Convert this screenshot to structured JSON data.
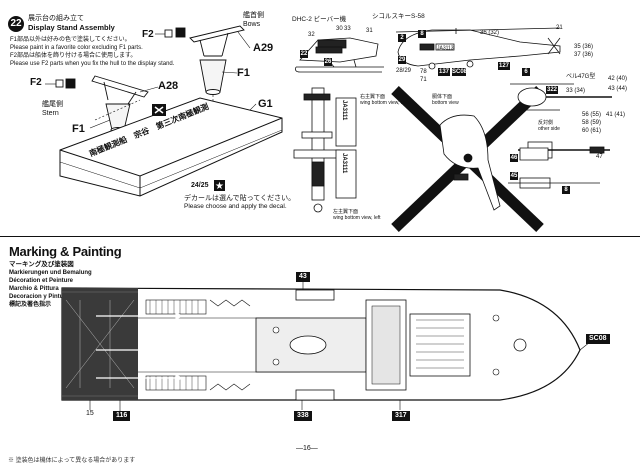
{
  "step": {
    "number": "22",
    "title_jp": "展示台の組み立て",
    "title_en": "Display Stand Assembly",
    "notes": [
      "F1部品以外は好みの色で塗装してください。",
      "Please paint in a favorite color excluding F1 parts.",
      "F2部品は船体を飾り付ける場合に使用します。",
      "Please use F2 parts when you fix the hull to the display stand."
    ],
    "bow_label_jp": "艦首側",
    "bow_label_en": "Bows",
    "stern_label_jp": "艦尾側",
    "stern_label_en": "Stern",
    "parts": {
      "f2_top": "F2",
      "a29": "A29",
      "f1_top": "F1",
      "f2_left": "F2",
      "a28": "A28",
      "f1_bottom": "F1",
      "g1": "G1"
    },
    "stand_text": "南極観測船　宗谷　第三次南極観測",
    "decal_number": "24/25",
    "decal_note_jp": "デカールは選んで貼ってください。",
    "decal_note_en": "Please choose and apply the decal."
  },
  "aircraft": {
    "beaver_title": "DHC-2 ビーバー機",
    "sikorsky_title": "シコルスキーS-58",
    "bell_title": "ベル47G型",
    "wing_right_jp": "右主翼下面",
    "wing_right_en": "wing bottom view, right",
    "wing_left_jp": "左主翼下面",
    "wing_left_en": "wing bottom view, left",
    "bottom_view_jp": "胴体下面",
    "bottom_view_en": "bottom view",
    "other_side_jp": "反対側",
    "other_side_en": "other side",
    "reg_beaver": "JA3111",
    "reg_s58": "JA3113",
    "callouts": [
      "32",
      "30",
      "31",
      "33",
      "22",
      "2",
      "8",
      "36 (32)",
      "21",
      "35 (36)",
      "37 (36)",
      "29",
      "26",
      "28/29",
      "78",
      "71",
      "137",
      "SC08",
      "127",
      "6",
      "42 (40)",
      "43 (44)",
      "322",
      "33 (34)",
      "56 (55)",
      "58 (59)",
      "60 (61)",
      "41 (41)",
      "47",
      "46",
      "45",
      "8"
    ]
  },
  "marking": {
    "title": "Marking & Painting",
    "subtitle_jp": "マーキング及び塗装図",
    "languages": [
      "Markierungen und Bemalung",
      "Décoration et Peinture",
      "Marchio & Pittura",
      "Decoracion y Pintura",
      "標記及著色指示"
    ],
    "callouts": {
      "mast": "43",
      "deck": "15",
      "heli": "116",
      "midship": "338",
      "stern": "317",
      "bow": "SC08"
    }
  },
  "page": {
    "number": "—16—",
    "footer_text": "※ 塗装色は機体によって異なる場合があります"
  },
  "colors": {
    "ink": "#111111",
    "deck": "#3a3a3a",
    "paper": "#ffffff"
  }
}
